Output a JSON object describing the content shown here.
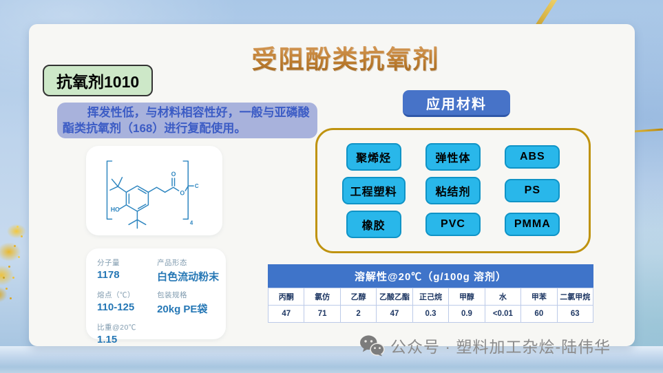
{
  "slide": {
    "title": "受阻酚类抗氧剂",
    "badge": "抗氧剂1010",
    "description": "挥发性低，与材料相容性好，一般与亚磷酸酯类抗氧剂（168）进行复配使用。",
    "structure": {
      "hydroxyl": "HO",
      "carbonyl_oxygen": "O",
      "ester_oxygen": "O",
      "cap_atom": "C",
      "repeat_subscript": "4"
    },
    "properties": [
      {
        "label": "分子量",
        "value": "1178"
      },
      {
        "label": "产品形态",
        "value": "白色流动粉末"
      },
      {
        "label": "熔点（℃）",
        "value": "110-125"
      },
      {
        "label": "包装规格",
        "value": "20kg PE袋"
      },
      {
        "label": "比重@20℃",
        "value": "1.15"
      }
    ],
    "applications": {
      "header": "应用材料",
      "items": [
        "聚烯烃",
        "弹性体",
        "ABS",
        "工程塑料",
        "粘结剂",
        "PS",
        "橡胶",
        "PVC",
        "PMMA"
      ]
    },
    "solubility": {
      "title": "溶解性@20℃（g/100g 溶剂）",
      "solvents": [
        "丙酮",
        "氯仿",
        "乙醇",
        "乙酸乙酯",
        "正己烷",
        "甲醇",
        "水",
        "甲苯",
        "二氯甲烷"
      ],
      "values": [
        "47",
        "71",
        "2",
        "47",
        "0.3",
        "0.9",
        "<0.01",
        "60",
        "63"
      ]
    },
    "footer": "公众号 · 塑料加工杂烩-陆伟华"
  },
  "colors": {
    "title_copper": "#c08033",
    "badge_green": "#cde8c8",
    "description_bg": "#a8b2dc",
    "description_text": "#3c5cc5",
    "structure_blue": "#2e86c0",
    "value_blue": "#2577b5",
    "apps_header_blue": "#4773c8",
    "app_button_cyan": "#29b7ea",
    "gold_border": "#bf930f",
    "table_header_blue": "#3f74c9",
    "table_text_navy": "#1f3864",
    "background_blue": "#bed4ec"
  }
}
